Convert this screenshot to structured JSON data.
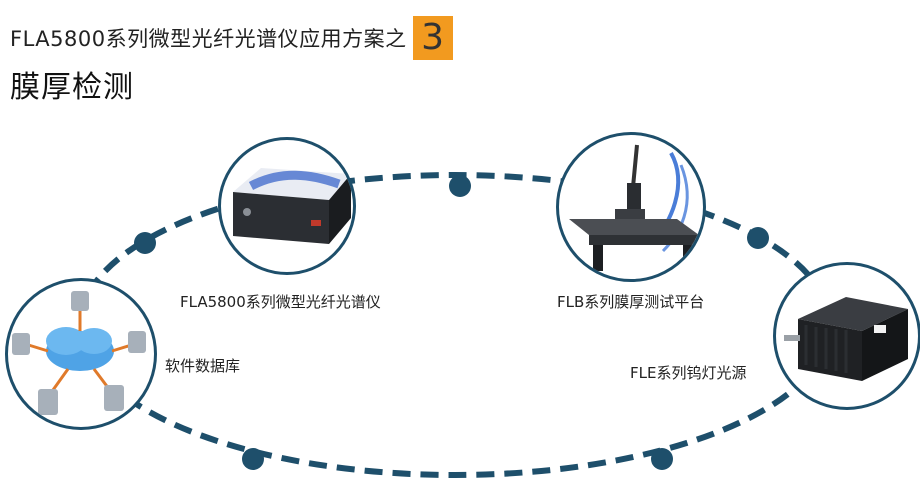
{
  "header": {
    "subtitle": "FLA5800系列微型光纤光谱仪应用方案之",
    "badge": "3",
    "title": "膜厚检测"
  },
  "nodes": {
    "spectrometer": "FLA5800系列微型光纤光谱仪",
    "platform": "FLB系列膜厚测试平台",
    "database": "软件数据库",
    "lamp": "FLE系列钨灯光源"
  },
  "colors": {
    "ring": "#1e4f6b",
    "badge": "#f29a1f"
  }
}
